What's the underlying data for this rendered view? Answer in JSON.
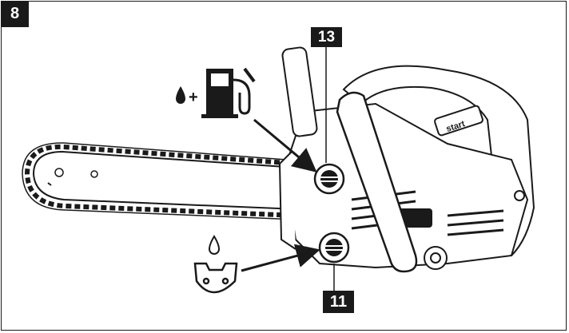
{
  "figure": {
    "number": "8"
  },
  "callouts": [
    {
      "id": "fuel-cap",
      "number": "13",
      "symbol": "fuel-pump-icon"
    },
    {
      "id": "oil-cap",
      "number": "11",
      "symbol": "chain-oil-icon"
    }
  ],
  "symbols": {
    "fuel": {
      "drop_icon": "drop-icon",
      "plus_text": "+",
      "pump_icon": "fuel-pump-icon"
    },
    "oil": {
      "drop_icon": "drop-icon",
      "chain_icon": "chain-link-icon"
    }
  },
  "product": {
    "handle_label": "start"
  },
  "colors": {
    "ink": "#1a1a1a",
    "paper": "#ffffff"
  }
}
